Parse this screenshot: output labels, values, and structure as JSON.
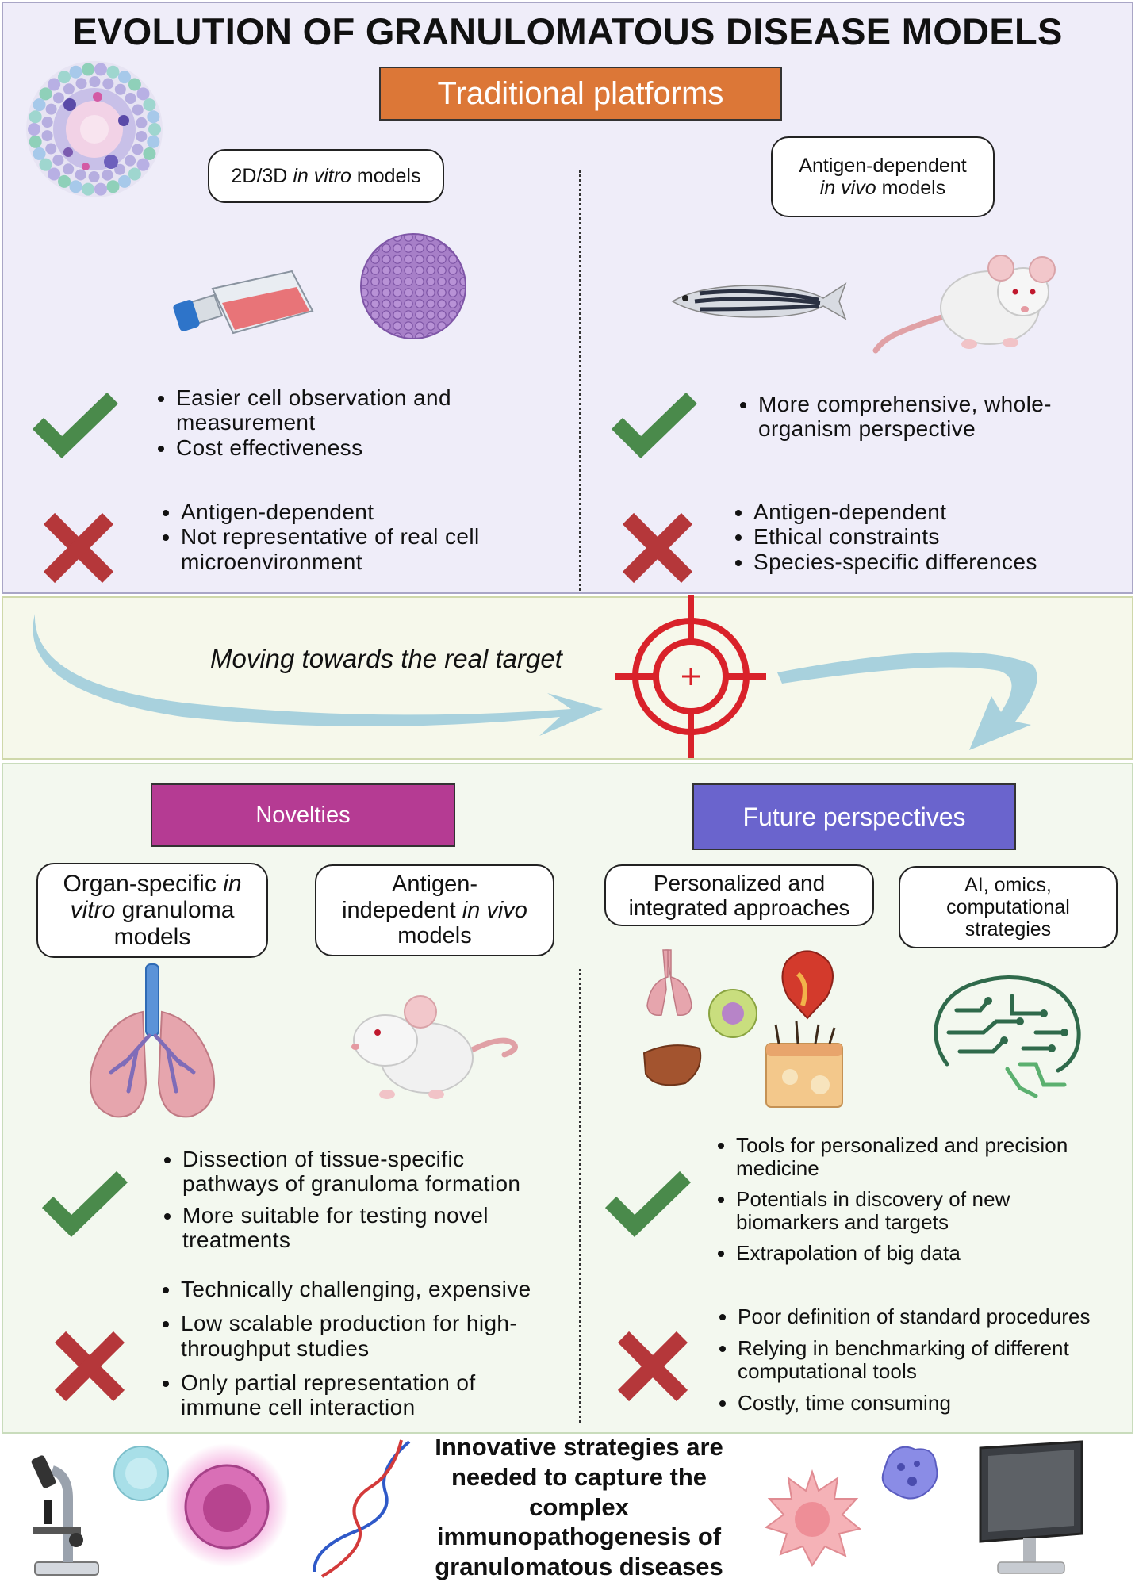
{
  "title": "EVOLUTION OF GRANULOMATOUS DISEASE MODELS",
  "traditional": {
    "banner": "Traditional platforms",
    "in_vitro": {
      "label_pre": "2D/3D ",
      "label_italic": "in vitro",
      "label_post": " models",
      "pros": [
        "Easier cell observation and measurement",
        "Cost effectiveness"
      ],
      "cons": [
        "Antigen-dependent",
        "Not representative of real cell microenvironment"
      ]
    },
    "in_vivo": {
      "label_line1": "Antigen-dependent",
      "label_italic": "in vivo",
      "label_post": " models",
      "pros": [
        "More comprehensive, whole-organism perspective"
      ],
      "cons": [
        "Antigen-dependent",
        "Ethical constraints",
        "Species-specific differences"
      ]
    }
  },
  "middle": {
    "text": "Moving towards the real target"
  },
  "novelties": {
    "banner": "Novelties",
    "organ": {
      "pre": "Organ-specific ",
      "italic1": "in",
      "italic2": "vitro",
      "post": " granuloma models"
    },
    "antigen_indep": {
      "line1": "Antigen-",
      "pre": "indepedent ",
      "italic": "in vivo",
      "post": "models"
    },
    "pros": [
      "Dissection of tissue-specific pathways of granuloma formation",
      "More suitable for testing novel treatments"
    ],
    "cons": [
      "Technically challenging, expensive",
      "Low scalable production for high-throughput studies",
      "Only partial representation of immune cell interaction"
    ]
  },
  "future": {
    "banner": "Future perspectives",
    "personal": {
      "line1": "Personalized and",
      "line2": "integrated approaches"
    },
    "ai": {
      "line1": "AI, omics,",
      "line2": "computational",
      "line3": "strategies"
    },
    "pros": [
      "Tools for personalized and precision medicine",
      "Potentials in discovery of new biomarkers and targets",
      "Extrapolation of big data"
    ],
    "cons": [
      "Poor definition of standard procedures",
      "Relying in benchmarking  of different computational tools",
      "Costly, time consuming"
    ]
  },
  "conclusion": "Innovative strategies are needed to capture the complex immunopathogenesis of granulomatous diseases",
  "colors": {
    "check": "#4a8a4b",
    "cross": "#b5373a",
    "target": "#d9222a",
    "arrow": "#a8d1dd",
    "traditional": "#dc7737",
    "novelties": "#b53b93",
    "future": "#6a64cd"
  }
}
